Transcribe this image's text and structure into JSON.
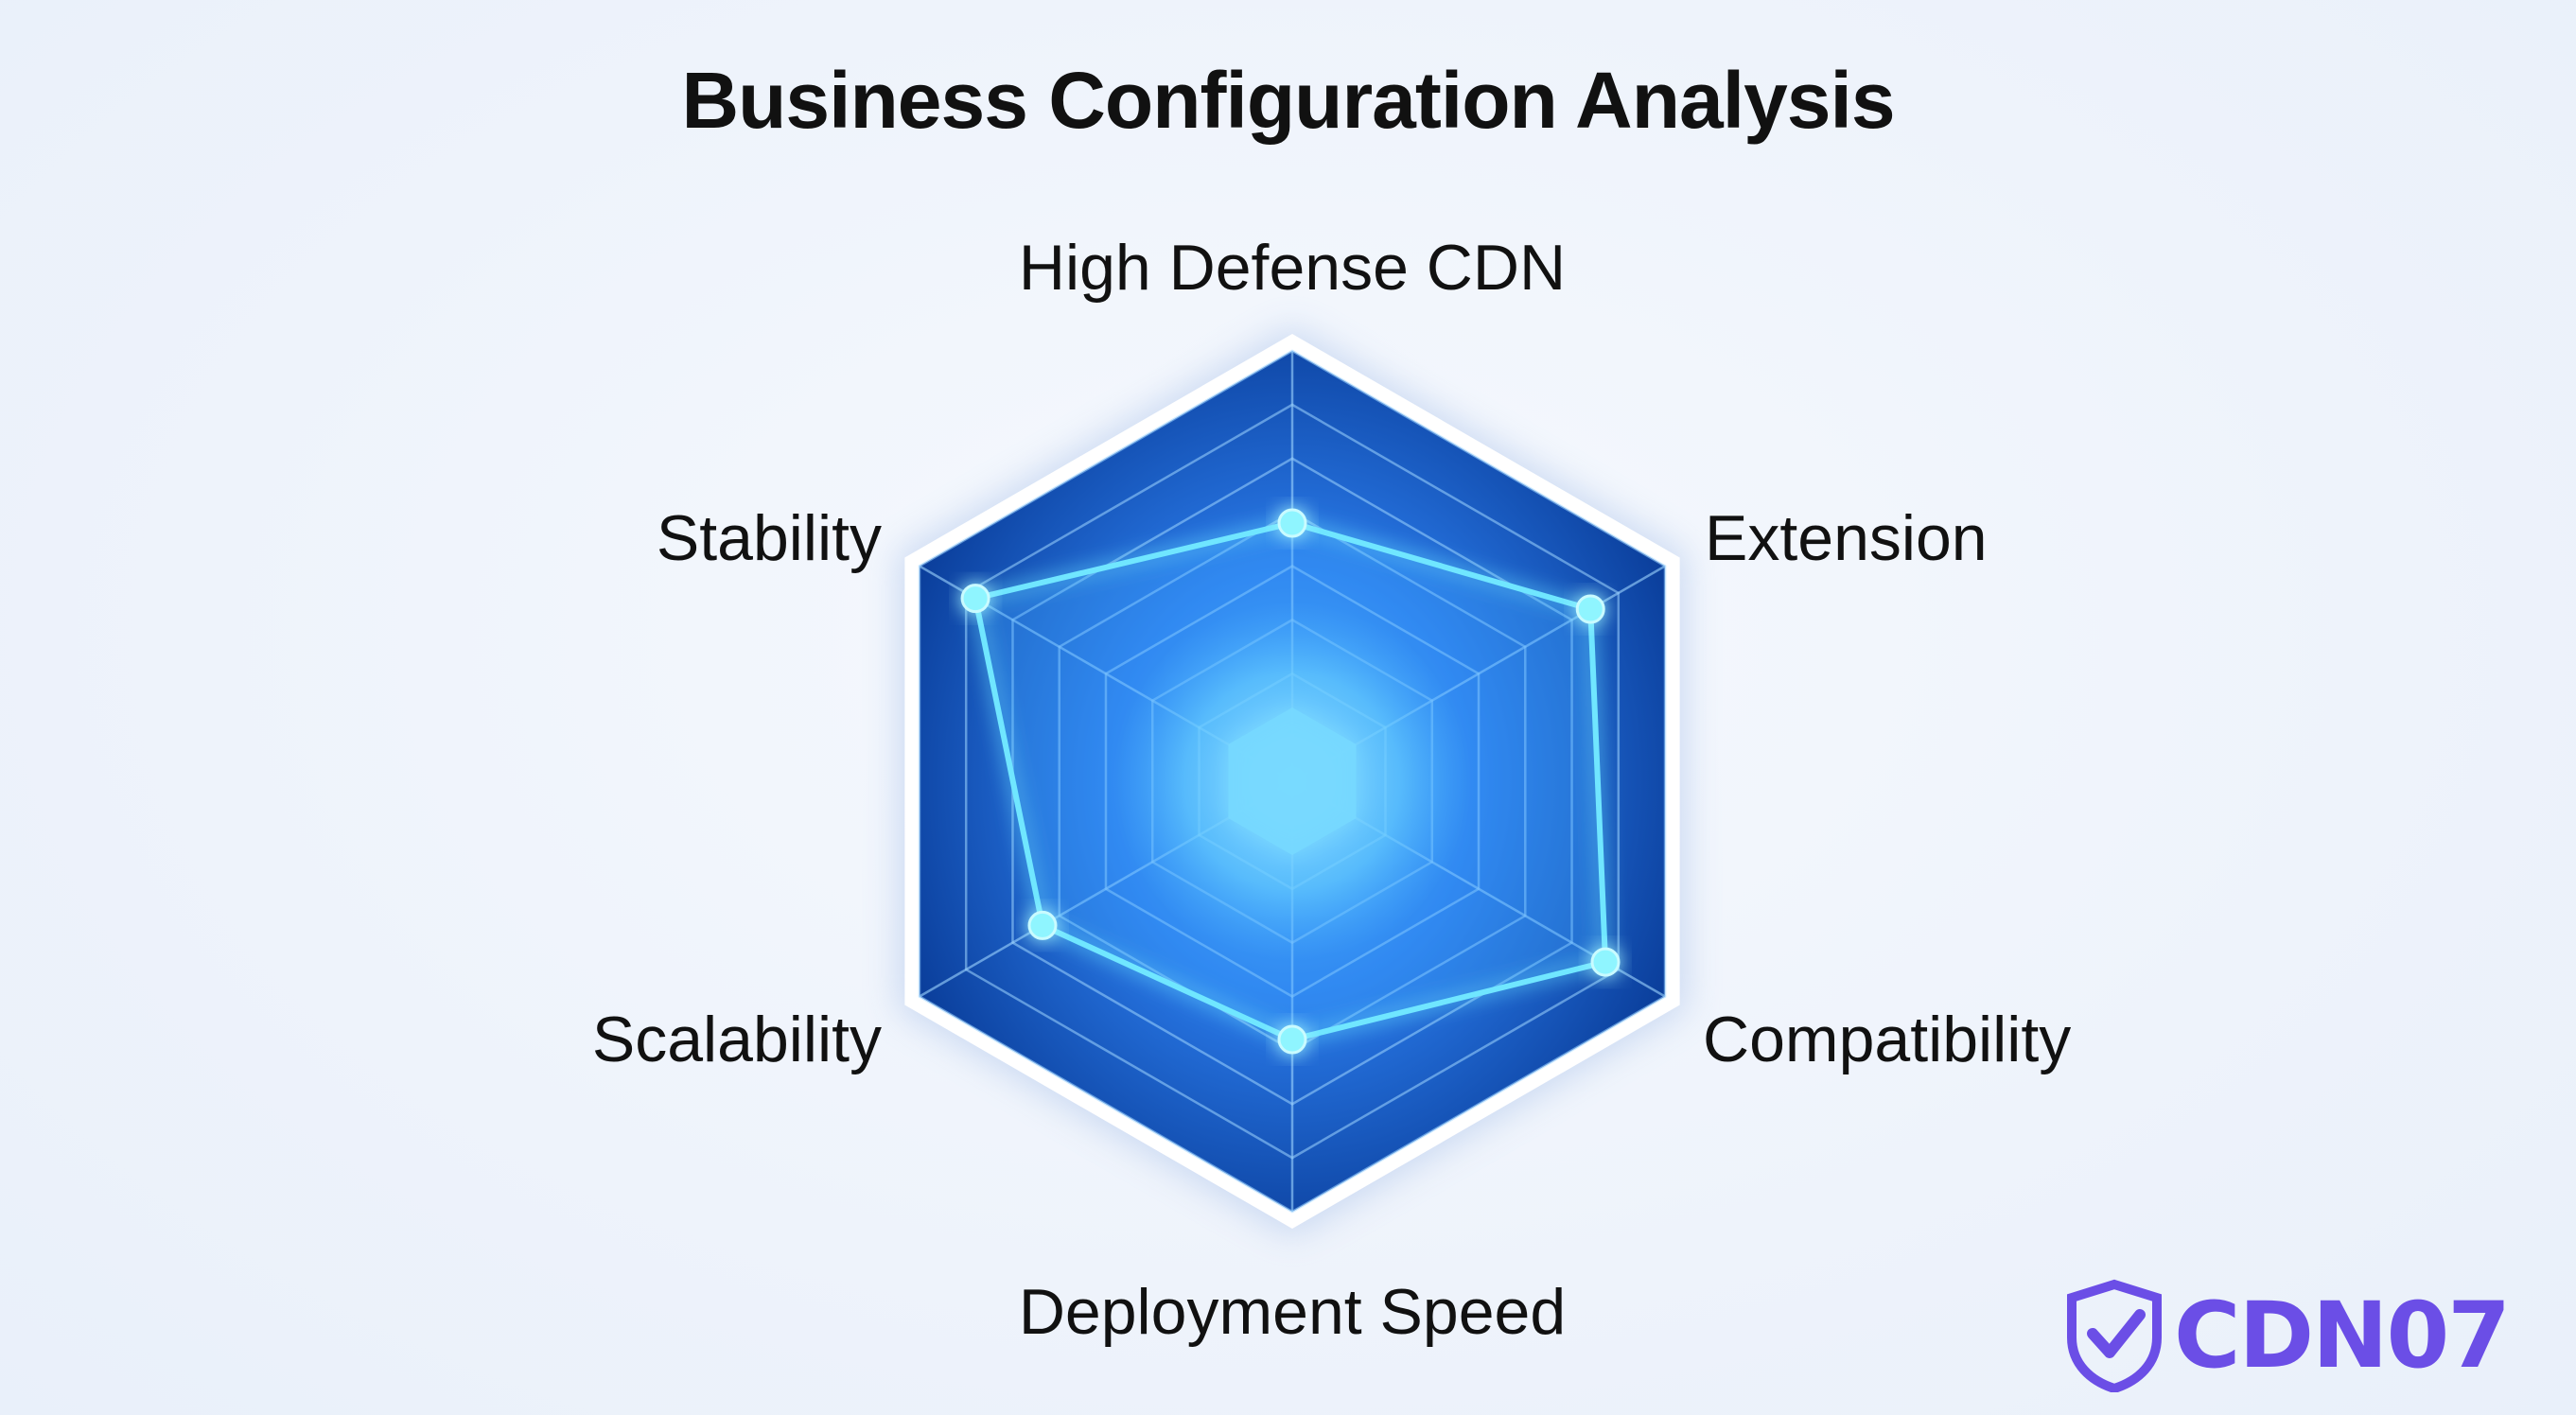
{
  "chart_data": {
    "type": "radar",
    "title": "Business Configuration Analysis",
    "axes": [
      "High Defense CDN",
      "Extension",
      "Compatibility",
      "Deployment Speed",
      "Scalability",
      "Stability"
    ],
    "series": [
      {
        "values": [
          0.6,
          0.8,
          0.84,
          0.6,
          0.67,
          0.85
        ]
      }
    ],
    "range": [
      0,
      1
    ],
    "rings": 8,
    "colors": {
      "background": "#eef3fb",
      "hexagon_dark": "#0b3f9c",
      "hexagon_light": "#2a7bea",
      "line": "#6fe6ff",
      "core": "#8ff0ff"
    }
  },
  "brand": {
    "text": "CDN07",
    "icon": "shield-check-icon",
    "color": "#6b4ee6"
  }
}
